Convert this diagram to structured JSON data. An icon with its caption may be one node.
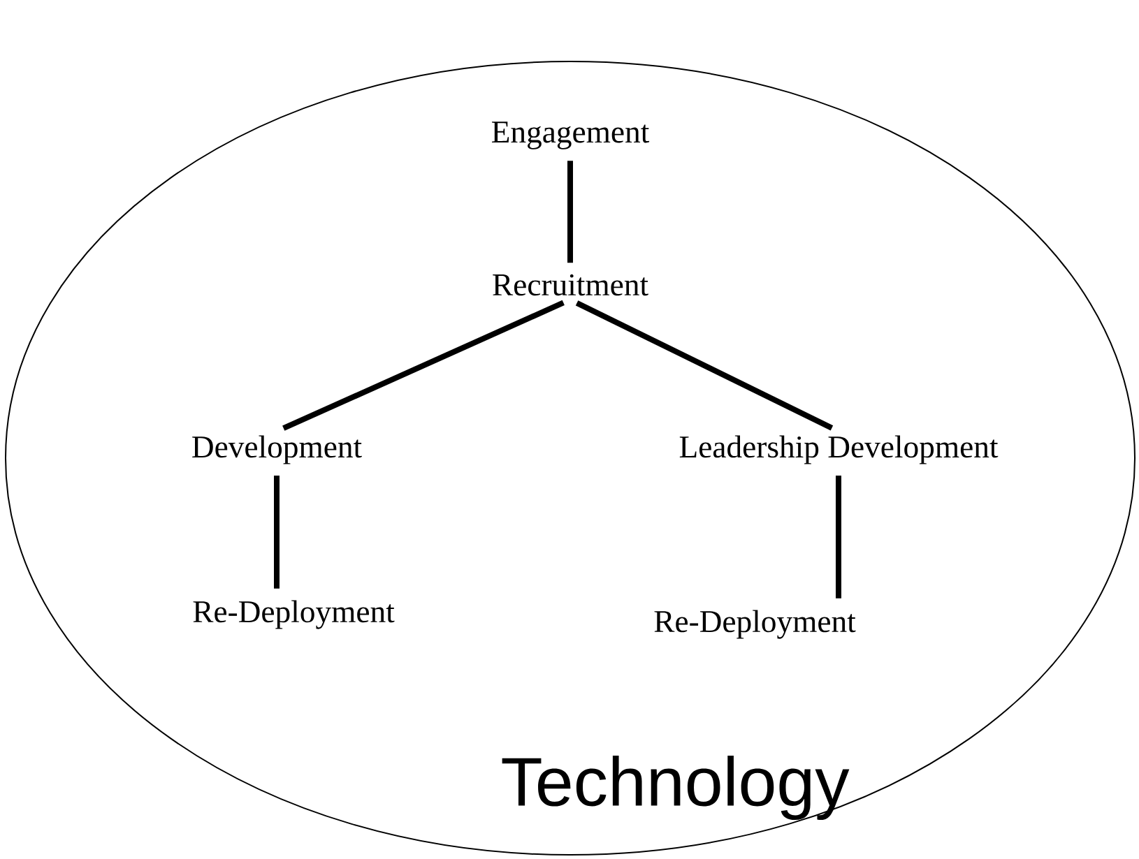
{
  "diagram": {
    "nodes": [
      {
        "text": [
          "Technology"
        ]
      },
      {
        "text": [
          "Engagement"
        ],
        "in": 0
      },
      {
        "text": [
          "Recruitment"
        ],
        "in": 0
      },
      {
        "text": [
          "Development"
        ],
        "in": 0
      },
      {
        "text": [
          "Leadership Development"
        ],
        "in": 0
      },
      {
        "text": [
          "Re-Deployment"
        ],
        "in": 0
      },
      {
        "text": [
          "Re-Deployment"
        ],
        "in": 0
      }
    ],
    "edges": [
      {
        "from": 1,
        "to": 2,
        "arrow": "none"
      },
      {
        "from": 2,
        "to": 3,
        "arrow": "none"
      },
      {
        "from": 2,
        "to": 4,
        "arrow": "none"
      },
      {
        "from": 3,
        "to": 5,
        "arrow": "none"
      },
      {
        "from": 4,
        "to": 6,
        "arrow": "none"
      }
    ]
  }
}
